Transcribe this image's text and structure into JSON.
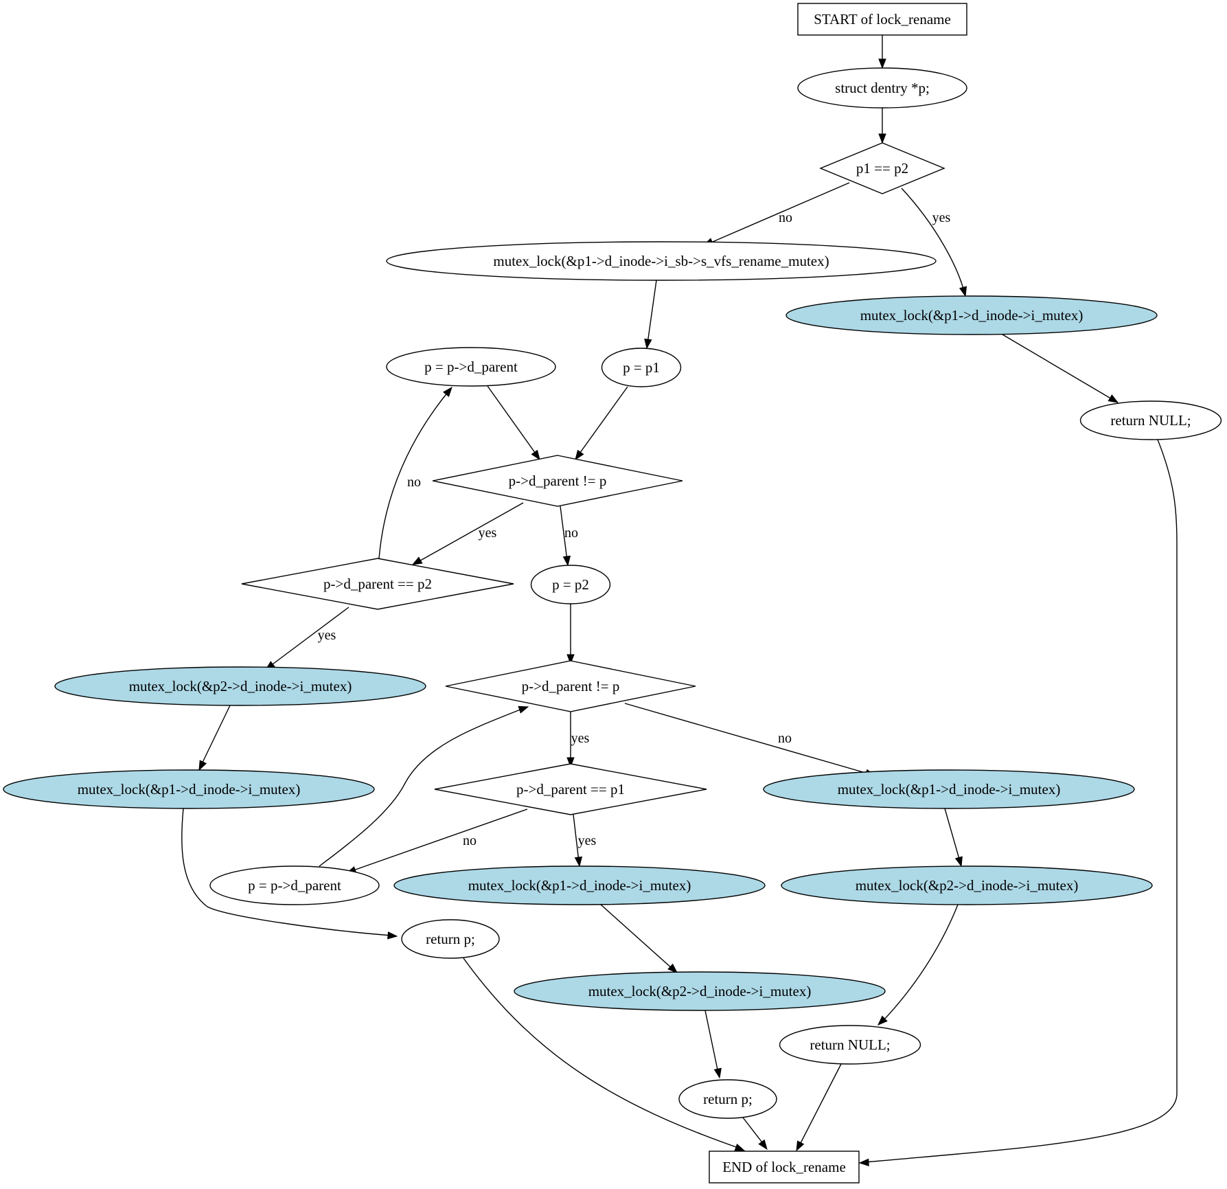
{
  "diagram": {
    "colors": {
      "highlight_fill": "#add8e6",
      "stroke": "#000000",
      "background": "#ffffff"
    },
    "nodes": {
      "start": {
        "label": "START of lock_rename",
        "shape": "box"
      },
      "decl": {
        "label": "struct dentry *p;",
        "shape": "ellipse"
      },
      "d_eq": {
        "label": "p1 == p2",
        "shape": "diamond"
      },
      "lock_rename_mutex": {
        "label": "mutex_lock(&p1->d_inode->i_sb->s_vfs_rename_mutex)",
        "shape": "ellipse"
      },
      "lock_p1_a": {
        "label": "mutex_lock(&p1->d_inode->i_mutex)",
        "shape": "ellipse",
        "highlighted": true
      },
      "ret_null_a": {
        "label": "return NULL;",
        "shape": "ellipse"
      },
      "p_parent_a": {
        "label": "p = p->d_parent",
        "shape": "ellipse"
      },
      "p_p1": {
        "label": "p = p1",
        "shape": "ellipse"
      },
      "d_parent_ne_a": {
        "label": "p->d_parent != p",
        "shape": "diamond"
      },
      "d_parent_eq_p2": {
        "label": "p->d_parent == p2",
        "shape": "diamond"
      },
      "p_p2": {
        "label": "p = p2",
        "shape": "ellipse"
      },
      "lock_p2_b": {
        "label": "mutex_lock(&p2->d_inode->i_mutex)",
        "shape": "ellipse",
        "highlighted": true
      },
      "d_parent_ne_b": {
        "label": "p->d_parent != p",
        "shape": "diamond"
      },
      "lock_p1_b": {
        "label": "mutex_lock(&p1->d_inode->i_mutex)",
        "shape": "ellipse",
        "highlighted": true
      },
      "d_parent_eq_p1": {
        "label": "p->d_parent == p1",
        "shape": "diamond"
      },
      "lock_p1_c": {
        "label": "mutex_lock(&p1->d_inode->i_mutex)",
        "shape": "ellipse",
        "highlighted": true
      },
      "p_parent_b": {
        "label": "p = p->d_parent",
        "shape": "ellipse"
      },
      "lock_p1_d": {
        "label": "mutex_lock(&p1->d_inode->i_mutex)",
        "shape": "ellipse",
        "highlighted": true
      },
      "lock_p2_c": {
        "label": "mutex_lock(&p2->d_inode->i_mutex)",
        "shape": "ellipse",
        "highlighted": true
      },
      "ret_p_a": {
        "label": "return p;",
        "shape": "ellipse"
      },
      "lock_p2_d": {
        "label": "mutex_lock(&p2->d_inode->i_mutex)",
        "shape": "ellipse",
        "highlighted": true
      },
      "ret_null_b": {
        "label": "return NULL;",
        "shape": "ellipse"
      },
      "ret_p_b": {
        "label": "return p;",
        "shape": "ellipse"
      },
      "end": {
        "label": "END of lock_rename",
        "shape": "box"
      }
    },
    "edges": [
      {
        "from": "start",
        "to": "decl",
        "label": ""
      },
      {
        "from": "decl",
        "to": "d_eq",
        "label": ""
      },
      {
        "from": "d_eq",
        "to": "lock_rename_mutex",
        "label": "no"
      },
      {
        "from": "d_eq",
        "to": "lock_p1_a",
        "label": "yes"
      },
      {
        "from": "lock_rename_mutex",
        "to": "p_p1",
        "label": ""
      },
      {
        "from": "lock_p1_a",
        "to": "ret_null_a",
        "label": ""
      },
      {
        "from": "ret_null_a",
        "to": "end",
        "label": ""
      },
      {
        "from": "p_parent_a",
        "to": "d_parent_ne_a",
        "label": ""
      },
      {
        "from": "p_p1",
        "to": "d_parent_ne_a",
        "label": ""
      },
      {
        "from": "d_parent_ne_a",
        "to": "d_parent_eq_p2",
        "label": "yes"
      },
      {
        "from": "d_parent_ne_a",
        "to": "p_p2",
        "label": "no"
      },
      {
        "from": "d_parent_eq_p2",
        "to": "p_parent_a",
        "label": "no"
      },
      {
        "from": "d_parent_eq_p2",
        "to": "lock_p2_b",
        "label": "yes"
      },
      {
        "from": "p_p2",
        "to": "d_parent_ne_b",
        "label": ""
      },
      {
        "from": "lock_p2_b",
        "to": "lock_p1_b",
        "label": ""
      },
      {
        "from": "d_parent_ne_b",
        "to": "d_parent_eq_p1",
        "label": "yes"
      },
      {
        "from": "d_parent_ne_b",
        "to": "lock_p1_c",
        "label": "no"
      },
      {
        "from": "lock_p1_b",
        "to": "ret_p_a",
        "label": ""
      },
      {
        "from": "d_parent_eq_p1",
        "to": "p_parent_b",
        "label": "no"
      },
      {
        "from": "d_parent_eq_p1",
        "to": "lock_p1_d",
        "label": "yes"
      },
      {
        "from": "p_parent_b",
        "to": "d_parent_ne_b",
        "label": ""
      },
      {
        "from": "lock_p1_c",
        "to": "lock_p2_c",
        "label": ""
      },
      {
        "from": "lock_p1_d",
        "to": "lock_p2_d",
        "label": ""
      },
      {
        "from": "lock_p2_c",
        "to": "ret_null_b",
        "label": ""
      },
      {
        "from": "ret_p_a",
        "to": "end",
        "label": ""
      },
      {
        "from": "lock_p2_d",
        "to": "ret_p_b",
        "label": ""
      },
      {
        "from": "ret_null_b",
        "to": "end",
        "label": ""
      },
      {
        "from": "ret_p_b",
        "to": "end",
        "label": ""
      }
    ]
  }
}
